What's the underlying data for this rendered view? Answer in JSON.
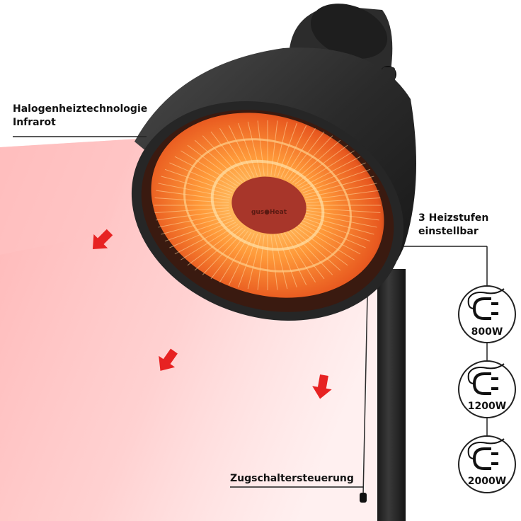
{
  "labels": {
    "halogen_line1": "Halogenheiztechnologie",
    "halogen_line2": "Infrarot",
    "stufen_line1": "3 Heizstufen",
    "stufen_line2": "einstellbar",
    "zugschalter": "Zugschaltersteuerung",
    "brand_mark": "gus●Heat"
  },
  "power_levels": [
    {
      "label": "800W",
      "icon": "plug-icon"
    },
    {
      "label": "1200W",
      "icon": "plug-icon"
    },
    {
      "label": "2000W",
      "icon": "plug-icon"
    }
  ],
  "colors": {
    "heat_glow": "#ff9a9a",
    "element_orange": "#ff8a2a",
    "arrow_red": "#ee2020",
    "lamp_body": "#2b2b2b",
    "line": "#222222"
  }
}
